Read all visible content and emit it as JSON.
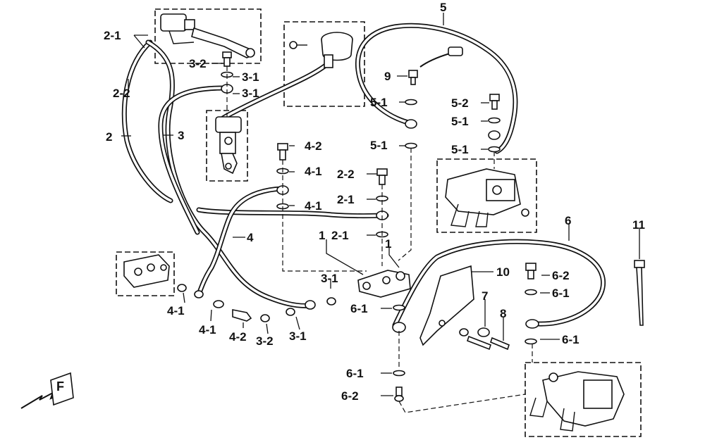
{
  "labels": {
    "l_2_1_top": "2-1",
    "l_2_2": "2-2",
    "l_2": "2",
    "l_3_2_top": "3-2",
    "l_3_1_a": "3-1",
    "l_3_1_b": "3-1",
    "l_3": "3",
    "l_4_2_top": "4-2",
    "l_4_1_a": "4-1",
    "l_4_1_b": "4-1",
    "l_4": "4",
    "l_2_2_mid": "2-2",
    "l_2_1_mid_a": "2-1",
    "l_2_1_mid_b": "2-1",
    "l_1_left": "1",
    "l_1_right": "1",
    "l_5": "5",
    "l_9": "9",
    "l_5_1_a": "5-1",
    "l_5_1_b": "5-1",
    "l_5_2": "5-2",
    "l_5_1_c": "5-1",
    "l_5_1_d": "5-1",
    "l_6": "6",
    "l_11": "11",
    "l_10": "10",
    "l_3_1_c": "3-1",
    "l_6_1_a": "6-1",
    "l_7": "7",
    "l_8": "8",
    "l_6_2_right": "6-2",
    "l_6_1_b": "6-1",
    "l_6_1_c": "6-1",
    "l_4_1_c": "4-1",
    "l_4_1_d": "4-1",
    "l_4_2_bot": "4-2",
    "l_3_2_bot": "3-2",
    "l_3_1_bot": "3-1",
    "l_6_1_bot": "6-1",
    "l_6_2_bot": "6-2"
  },
  "front_marker": "F"
}
